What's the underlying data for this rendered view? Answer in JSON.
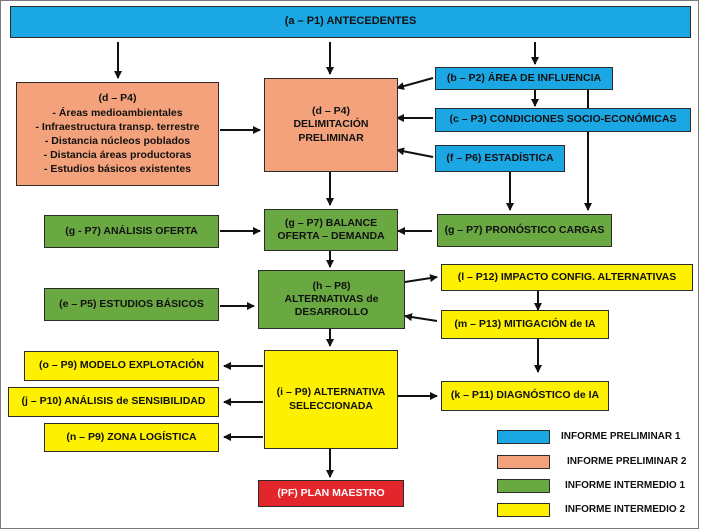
{
  "colors": {
    "informe_preliminar_1": "#1ba7e4",
    "informe_preliminar_2": "#f3a27b",
    "informe_intermedio_1": "#6aa842",
    "informe_intermedio_2": "#fdf000",
    "plan_maestro": "#e3262b"
  },
  "nodes": {
    "antecedentes": "(a – P1) ANTECEDENTES",
    "area_influencia": "(b – P2) ÁREA DE INFLUENCIA",
    "condiciones": "(c – P3) CONDICIONES SOCIO-ECONÓMICAS",
    "estadistica": "(f – P6) ESTADÍSTICA",
    "pronostico": "(g – P7) PRONÓSTICO CARGAS",
    "delimitacion": [
      "(d – P4)",
      "DELIMITACIÓN",
      "PRELIMINAR"
    ],
    "d_p4_list": [
      "(d – P4)",
      "- Áreas medioambientales",
      "- Infraestructura transp. terrestre",
      "- Distancia núcleos poblados",
      "- Distancia áreas productoras",
      "- Estudios básicos existentes"
    ],
    "analisis_oferta": "(g - P7) ANÁLISIS OFERTA",
    "balance": [
      "(g – P7) BALANCE",
      "OFERTA – DEMANDA"
    ],
    "estudios_basicos": "(e – P5) ESTUDIOS BÁSICOS",
    "alternativas": [
      "(h – P8)",
      "ALTERNATIVAS de",
      "DESARROLLO"
    ],
    "impacto": "(l – P12) IMPACTO CONFIG. ALTERNATIVAS",
    "mitigacion": "(m – P13) MITIGACIÓN de IA",
    "modelo": "(o – P9) MODELO EXPLOTACIÓN",
    "sensibilidad": "(j – P10) ANÁLISIS de SENSIBILIDAD",
    "zona": "(n – P9) ZONA LOGÍSTICA",
    "seleccionada": [
      "(i – P9) ALTERNATIVA",
      "SELECCIONADA"
    ],
    "diagnostico": "(k – P11) DIAGNÓSTICO de IA",
    "plan_maestro": "(PF) PLAN MAESTRO"
  },
  "legend": [
    {
      "label": "INFORME PRELIMINAR 1",
      "color": "#1ba7e4"
    },
    {
      "label": "INFORME PRELIMINAR 2",
      "color": "#f3a27b"
    },
    {
      "label": "INFORME INTERMEDIO 1",
      "color": "#6aa842"
    },
    {
      "label": "INFORME INTERMEDIO 2",
      "color": "#fdf000"
    }
  ]
}
